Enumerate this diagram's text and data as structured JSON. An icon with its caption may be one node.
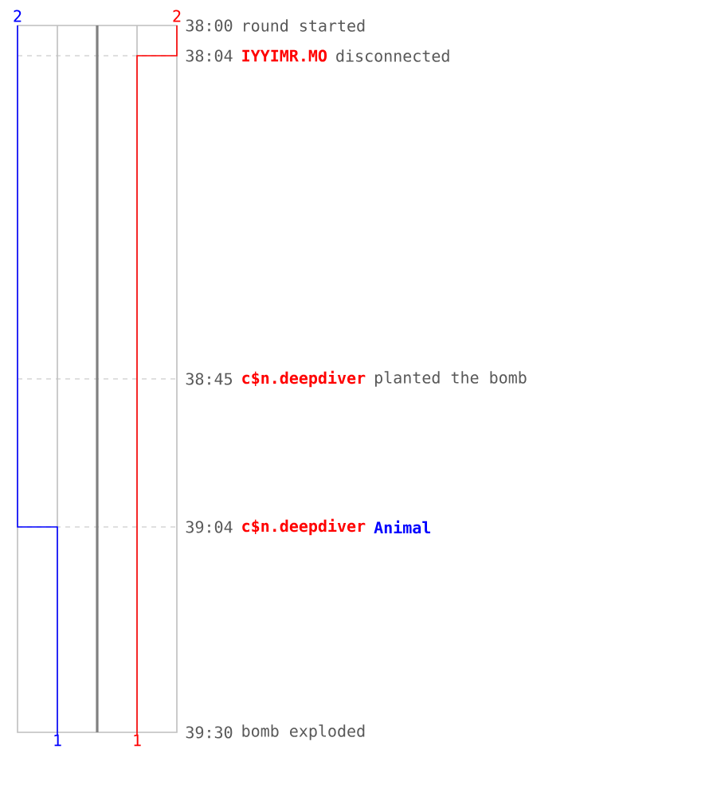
{
  "diagram": {
    "labels": [
      "2",
      "2",
      "38:00",
      "round started",
      "38:04",
      "IYYIMR.MO",
      "disconnected",
      "38:45",
      "c$n.deepdiver",
      "planted the bomb",
      "39:04",
      "c$n.deepdiver",
      "Animal",
      "39:30",
      "bomb exploded",
      "1",
      "1"
    ]
  }
}
